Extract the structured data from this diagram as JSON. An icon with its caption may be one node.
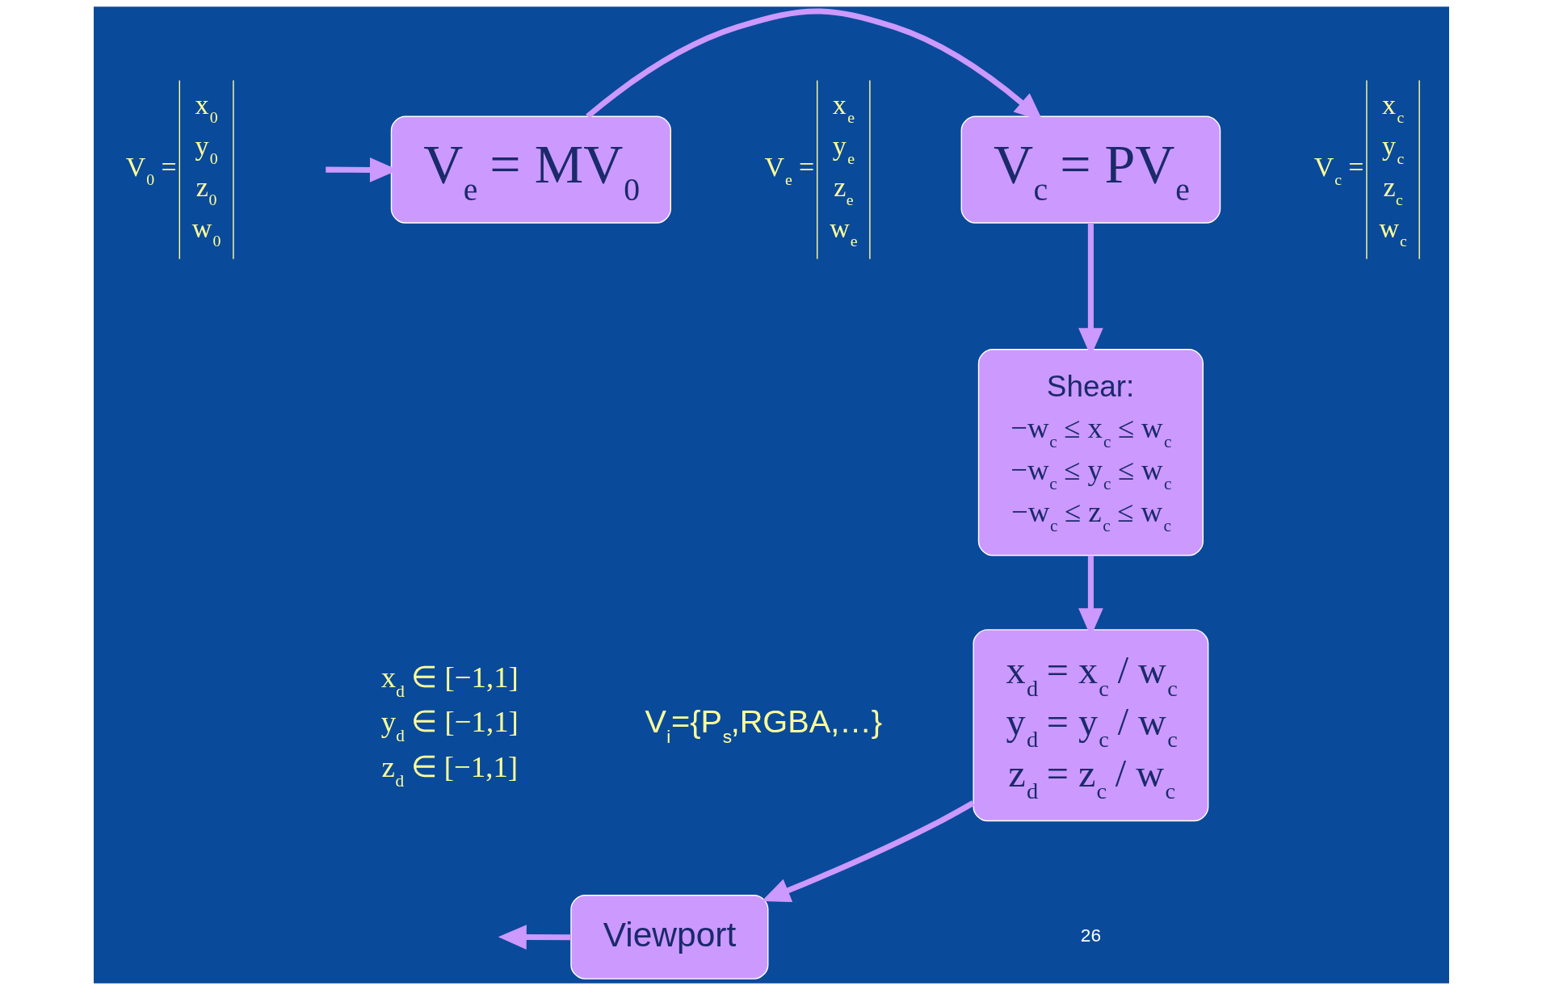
{
  "diagram": {
    "nodes": [
      {
        "text": [
          "V$_{e}$ = MV$_{0}$"
        ]
      },
      {
        "text": [
          "V$_{c}$ = PV$_{e}$"
        ]
      },
      {
        "text": [
          "Shear:",
          "−w$_{c}$ ≤ x$_{c}$ ≤ w$_{c}$",
          "−w$_{c}$ ≤ y$_{c}$ ≤ w$_{c}$",
          "−w$_{c}$ ≤ z$_{c}$ ≤ w$_{c}$"
        ]
      },
      {
        "text": [
          "x$_{d}$ = x$_{c}$ / w$_{c}$",
          "y$_{d}$ = y$_{c}$ / w$_{c}$",
          "z$_{d}$ = z$_{c}$ / w$_{c}$"
        ]
      },
      {
        "text": [
          "Viewport"
        ]
      }
    ],
    "edges": [
      {
        "from": null,
        "to": 0,
        "arrow": "to"
      },
      {
        "from": 0,
        "to": 1,
        "arrow": "to"
      },
      {
        "from": 1,
        "to": 2,
        "arrow": "to"
      },
      {
        "from": 2,
        "to": 3,
        "arrow": "to"
      },
      {
        "from": 3,
        "to": 4,
        "arrow": "to"
      },
      {
        "from": 4,
        "to": null,
        "arrow": "to"
      }
    ],
    "labels": [
      "V$_{0}$ =",
      "x$_{0}$",
      "y$_{0}$",
      "z$_{0}$",
      "w$_{0}$",
      "V$_{e}$ =",
      "x$_{e}$",
      "y$_{e}$",
      "z$_{e}$",
      "w$_{e}$",
      "V$_{c}$ =",
      "x$_{c}$",
      "y$_{c}$",
      "z$_{c}$",
      "w$_{c}$",
      "x$_{d}$ ∈ [−1,1]",
      "y$_{d}$ ∈ [−1,1]",
      "z$_{d}$ ∈ [−1,1]",
      "V$_{i}$={P$_{s}$,RGBA,…}",
      "26"
    ]
  }
}
